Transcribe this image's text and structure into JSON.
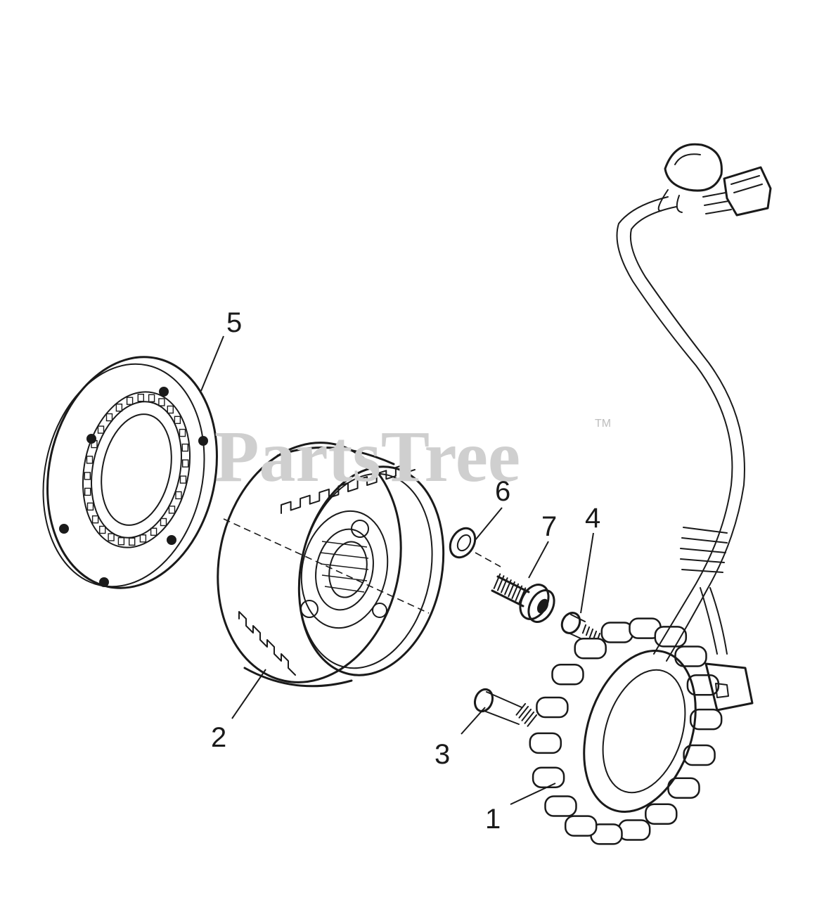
{
  "watermark": {
    "text": "PartsTree",
    "trademark": "TM"
  },
  "callouts": [
    {
      "id": "1",
      "label": "1"
    },
    {
      "id": "2",
      "label": "2"
    },
    {
      "id": "3",
      "label": "3"
    },
    {
      "id": "4",
      "label": "4"
    },
    {
      "id": "5",
      "label": "5"
    },
    {
      "id": "6",
      "label": "6"
    },
    {
      "id": "7",
      "label": "7"
    }
  ],
  "colors": {
    "line": "#1a1a1a",
    "watermark": "#cfcfcf",
    "background": "#ffffff"
  }
}
